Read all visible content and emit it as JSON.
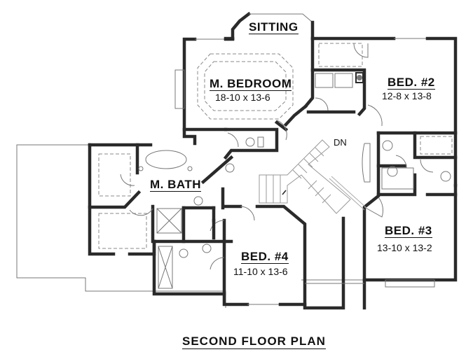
{
  "plan": {
    "title": "SECOND FLOOR PLAN",
    "rooms": [
      {
        "id": "sitting",
        "label": "SITTING",
        "dimensions": ""
      },
      {
        "id": "master-bedroom",
        "label": "M. BEDROOM",
        "dimensions": "18-10 x 13-6"
      },
      {
        "id": "bed-2",
        "label": "BED. #2",
        "dimensions": "12-8 x 13-8"
      },
      {
        "id": "master-bath",
        "label": "M. BATH",
        "dimensions": ""
      },
      {
        "id": "bed-3",
        "label": "BED. #3",
        "dimensions": "13-10 x 13-2"
      },
      {
        "id": "bed-4",
        "label": "BED. #4",
        "dimensions": "11-10 x 13-6"
      }
    ],
    "stair_label": "DN"
  },
  "colors": {
    "wall": "#2a2a2a",
    "background": "#ffffff",
    "text": "#111111"
  }
}
